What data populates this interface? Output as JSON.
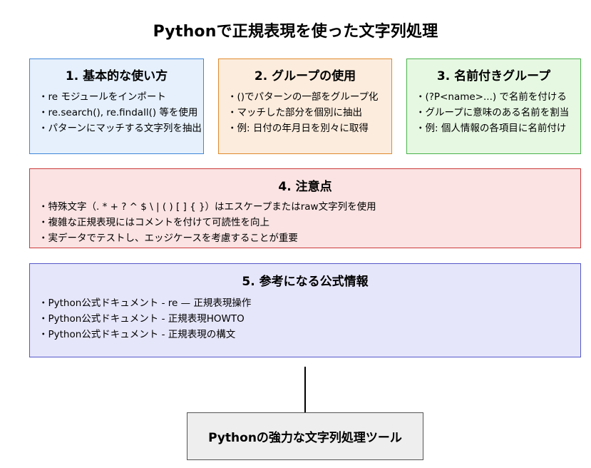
{
  "title": "Pythonで正規表現を使った文字列処理",
  "boxes": [
    {
      "heading": "1. 基本的な使い方",
      "items": [
        "re モジュールをインポート",
        "re.search(), re.findall() 等を使用",
        "パターンにマッチする文字列を抽出"
      ],
      "fill": "#e5f0fc",
      "stroke": "#3f86d8"
    },
    {
      "heading": "2. グループの使用",
      "items": [
        "()でパターンの一部をグループ化",
        "マッチした部分を個別に抽出",
        "例: 日付の年月日を別々に取得"
      ],
      "fill": "#fcecdd",
      "stroke": "#e08a2e"
    },
    {
      "heading": "3. 名前付きグループ",
      "items": [
        "(?P<name>...) で名前を付ける",
        "グループに意味のある名前を割当",
        "例: 個人情報の各項目に名前付け"
      ],
      "fill": "#e6f8e2",
      "stroke": "#4ab24a"
    },
    {
      "heading": "4. 注意点",
      "items": [
        "特殊文字（. * + ? ^ $ \\ | ( ) [ ] { }）はエスケープまたはraw文字列を使用",
        "複雑な正規表現にはコメントを付けて可読性を向上",
        "実データでテストし、エッジケースを考慮することが重要"
      ],
      "fill": "#fbe3e3",
      "stroke": "#cc3a3a"
    },
    {
      "heading": "5. 参考になる公式情報",
      "items": [
        "Python公式ドキュメント - re — 正規表現操作",
        "Python公式ドキュメント - 正規表現HOWTO",
        "Python公式ドキュメント - 正規表現の構文"
      ],
      "fill": "#e6e6fb",
      "stroke": "#5457c7"
    }
  ],
  "bottom_box": {
    "label": "Pythonの強力な文字列処理ツール",
    "fill": "#eeeeee",
    "stroke": "#555555"
  }
}
